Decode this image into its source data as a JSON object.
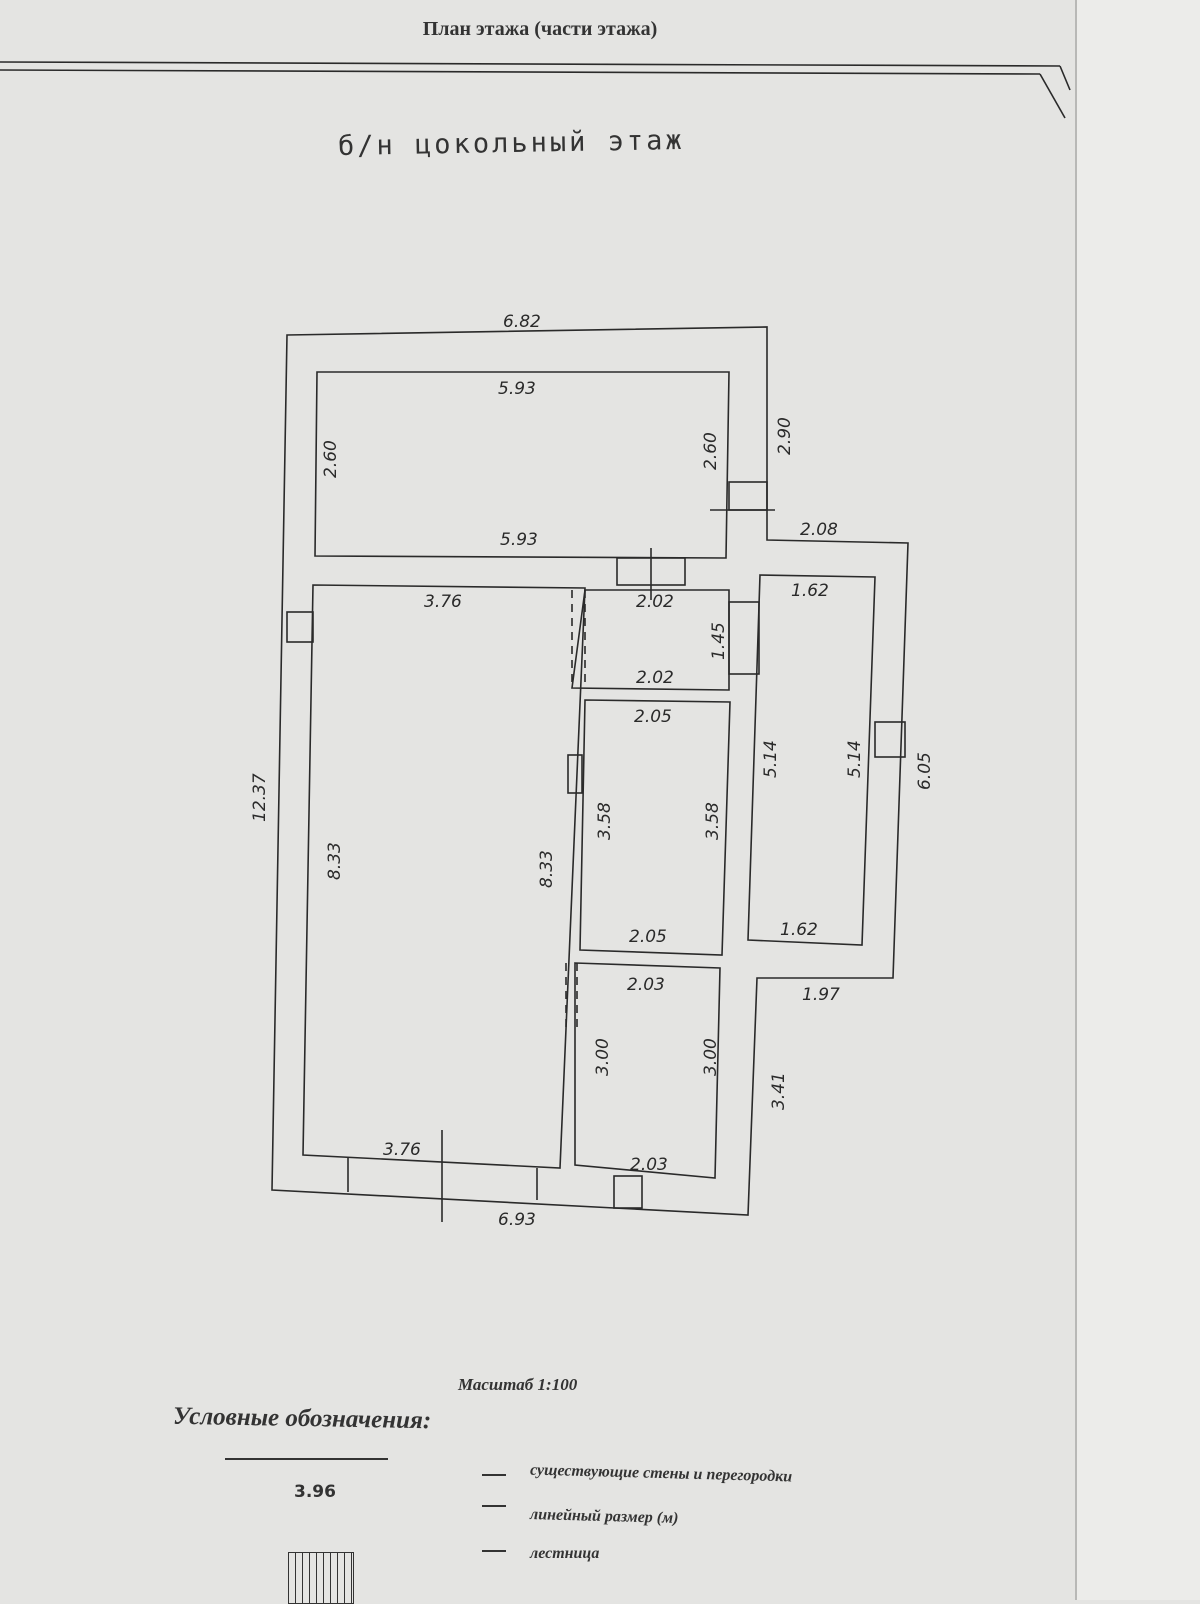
{
  "header": {
    "title": "План этажа (части этажа)"
  },
  "floor_label": "б/н цокольный этаж",
  "dimensions": [
    "6.82",
    "5.93",
    "2.60",
    "2.60",
    "2.90",
    "5.93",
    "2.08",
    "3.76",
    "2.02",
    "1.62",
    "1.45",
    "2.02",
    "2.05",
    "5.14",
    "5.14",
    "6.05",
    "12.37",
    "8.33",
    "8.33",
    "3.58",
    "3.58",
    "2.05",
    "1.62",
    "2.03",
    "1.97",
    "3.00",
    "3.00",
    "3.41",
    "3.76",
    "2.03",
    "6.93"
  ],
  "scale": "Масштаб 1:100",
  "legend": {
    "title": "Условные обозначения:",
    "sample_dimension": "3.96",
    "items": [
      "существующие стены и перегородки",
      "линейный размер (м)",
      "лестница"
    ]
  }
}
